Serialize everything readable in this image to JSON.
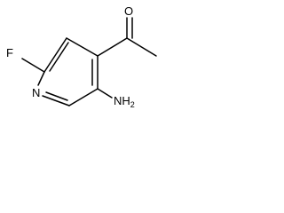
{
  "molecule": {
    "atoms": {
      "oxygen": "O",
      "fluorine": "F",
      "nitrogen": "N",
      "amino": "NH2"
    }
  }
}
